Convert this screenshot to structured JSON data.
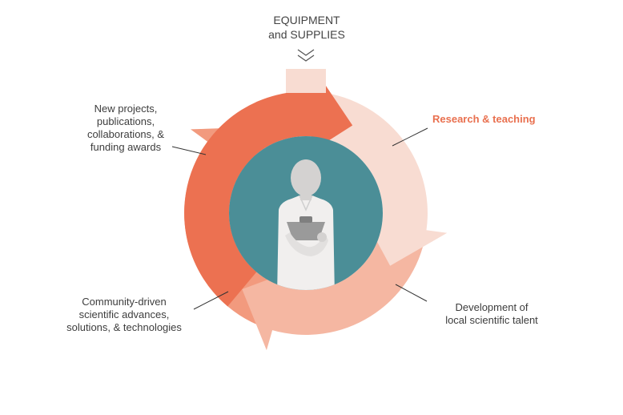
{
  "top": {
    "line1": "EQUIPMENT",
    "line2": "and SUPPLIES"
  },
  "labels": {
    "projects": [
      "New projects,",
      "publications,",
      "collaborations, &",
      "funding awards"
    ],
    "research": "Research & teaching",
    "community": [
      "Community-driven",
      "scientific advances,",
      "solutions, & technologies"
    ],
    "talent": [
      "Development of",
      "local scientific talent"
    ]
  },
  "colors": {
    "research_arrow": "#f8dcd2",
    "talent_arrow": "#f5b7a2",
    "community_arrow": "#f29a7e",
    "projects_arrow": "#ec7151",
    "center_circle": "#4b8e97",
    "accent_text": "#e9704f",
    "leader_lines": "#333333"
  },
  "icons": {
    "center": "scientist-with-clipboard-icon",
    "top_arrow": "double-chevron-down-icon"
  }
}
